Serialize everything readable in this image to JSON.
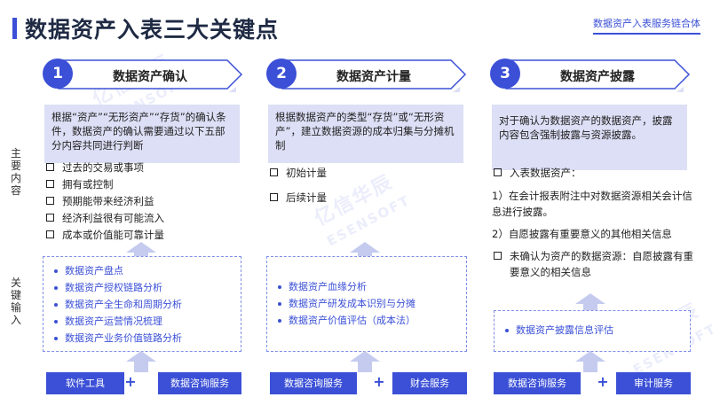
{
  "title": "数据资产入表三大关键点",
  "top_right_link": "数据资产入表服务链合体",
  "side_labels": {
    "main": "主要内容",
    "key": "关键输入"
  },
  "watermark": {
    "line1": "亿信华辰",
    "line2": "ESENSOFT"
  },
  "columns": [
    {
      "number": "1",
      "title": "数据资产确认",
      "description": "根据“资产”“无形资产”“存货”的确认条件，数据资产的确认需要通过以下五部分内容共同进行判断",
      "checklist": [
        "过去的交易或事项",
        "拥有或控制",
        "预期能带来经济利益",
        "经济利益很有可能流入",
        "成本或价值能可靠计量"
      ],
      "inputs": [
        "数据资产盘点",
        "数据资产授权链路分析",
        "数据资产全生命和周期分析",
        "数据资产运营情况梳理",
        "数据资产业务价值链路分析"
      ],
      "buttons": [
        "软件工具",
        "数据咨询服务"
      ]
    },
    {
      "number": "2",
      "title": "数据资产计量",
      "description": "根据数据资产的类型“存货”或“无形资产”，建立数据资源的成本归集与分摊机制",
      "checklist": [
        "初始计量",
        "后续计量"
      ],
      "inputs": [
        "数据资产血缘分析",
        "数据资产研发成本识别与分摊",
        "数据资产价值评估（成本法）"
      ],
      "buttons": [
        "数据咨询服务",
        "财会服务"
      ]
    },
    {
      "number": "3",
      "title": "数据资产披露",
      "description": "对于确认为数据资产的数据资产，披露内容包含强制披露与资源披露。",
      "checklist_head": "入表数据资产：",
      "sub1": "1）在会计报表附注中对数据资源相关会计信息进行披露。",
      "sub2": "2）自愿披露有重要意义的其他相关信息",
      "checklist_tail": "未确认为资产的数据资源：自愿披露有重要意义的相关信息",
      "inputs": [
        "数据资产披露信息评估"
      ],
      "buttons": [
        "数据咨询服务",
        "审计服务"
      ]
    }
  ],
  "plus_sign": "+",
  "colors": {
    "accent": "#3b50d6",
    "light_fill": "#dcdff5",
    "dashed_border": "#7f8ee6"
  }
}
